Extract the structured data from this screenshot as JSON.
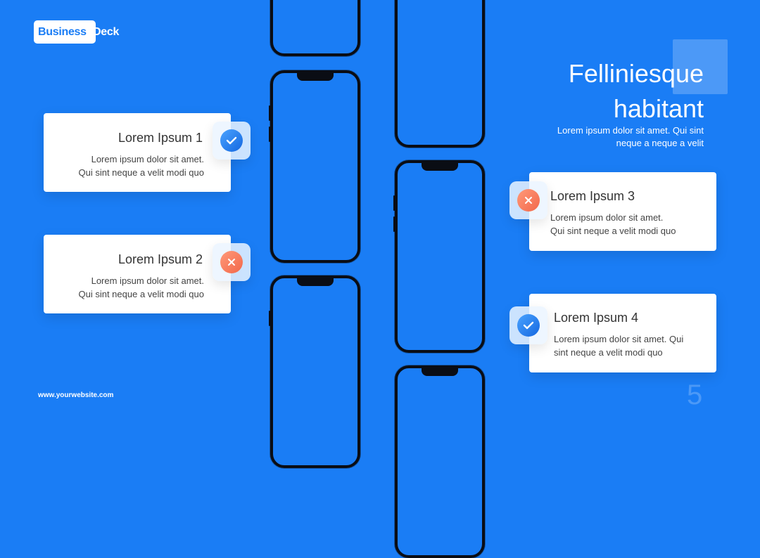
{
  "brand": {
    "part1": "Business",
    "part2": "Deck"
  },
  "phones_colors": {
    "frame": "#0a0d14",
    "screen": "#1a7df5"
  },
  "cards": [
    {
      "title": "Lorem Ipsum 1",
      "text_line1": "Lorem ipsum dolor sit amet.",
      "text_line2": "Qui sint neque a velit modi quo",
      "status_icon": "check-icon"
    },
    {
      "title": "Lorem Ipsum 2",
      "text_line1": "Lorem ipsum dolor sit amet.",
      "text_line2": "Qui sint neque a velit modi quo",
      "status_icon": "close-icon"
    },
    {
      "title": "Lorem Ipsum 3",
      "text_line1": "Lorem ipsum dolor sit amet.",
      "text_line2": "Qui sint neque a velit modi quo",
      "status_icon": "close-icon"
    },
    {
      "title": "Lorem Ipsum 4",
      "text_line1": "Lorem ipsum dolor sit amet. Qui",
      "text_line2": "sint neque a velit modi quo",
      "status_icon": "check-icon"
    }
  ],
  "heading": {
    "line1": "Felliniesque",
    "line2": "habitant",
    "sub_line1": "Lorem ipsum dolor sit amet. Qui sint",
    "sub_line2": "neque a neque a velit"
  },
  "footer": {
    "website": "www.yourwebsite.com",
    "page_number": "5"
  },
  "colors": {
    "background": "#1a7df5",
    "accent_check": "#1467e0",
    "accent_cross": "#f2674a"
  }
}
